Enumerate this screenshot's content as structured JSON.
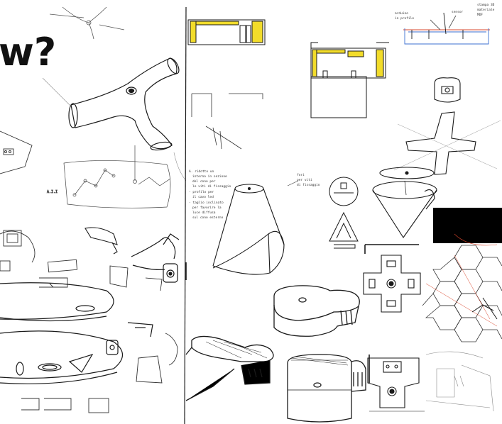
{
  "sheet": {
    "heading_scrawl": "w?",
    "notes": {
      "top_right_1": "arduino",
      "top_right_2": "in profile",
      "top_right_3": "sensor",
      "top_right_4": "stampa 3D",
      "top_right_5": "materiale",
      "top_right_6": "MDF",
      "middle_column_1": "A. ridotto un",
      "middle_column_2": "interno in sezione",
      "middle_column_3": "del cono per",
      "middle_column_4": "le viti di fissaggio",
      "middle_column_5": "- profilo per",
      "middle_column_6": "il cavo led",
      "middle_column_7": "- taglio inclinato",
      "middle_column_8": "per favorire la",
      "middle_column_9": "luce diffusa",
      "middle_column_10": "sul cono esterno",
      "center_small_1": "fori",
      "center_small_2": "per viti",
      "center_small_3": "di fissaggio",
      "left_label": "A.I.I"
    },
    "colors": {
      "ink": "#1a1a1a",
      "pencil": "#555555",
      "highlight_yellow": "#f2dc2a",
      "red_pencil": "#d9452b",
      "blue_pencil": "#3b6fd1",
      "black_block": "#000000"
    }
  }
}
